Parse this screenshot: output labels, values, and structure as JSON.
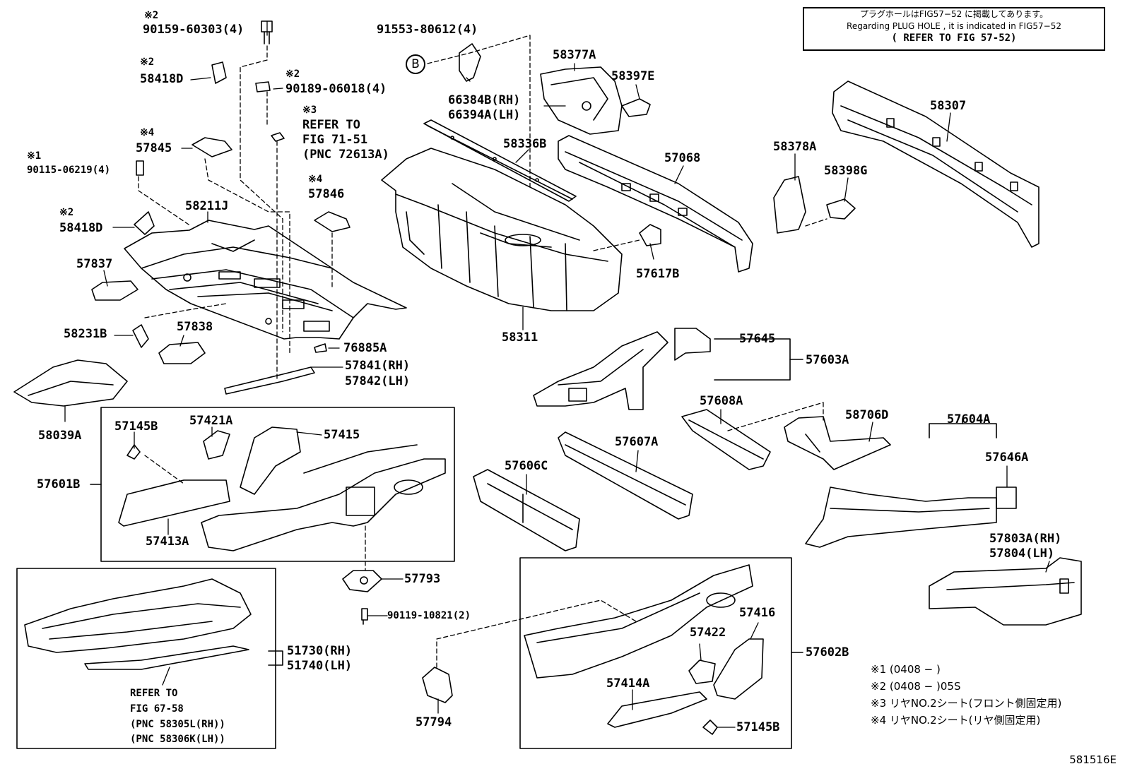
{
  "colors": {
    "line": "#000000",
    "background": "#ffffff"
  },
  "note": {
    "line1": "プラグホールはFIG57−52 に掲載してあります。",
    "line2": "Regarding  PLUG HOLE , it is indicated in FIG57−52",
    "line3": "( REFER TO FIG 57-52)"
  },
  "circle_b": "B",
  "labels": {
    "n1": "※2",
    "p90159": "90159-60303(4)",
    "n2": "※2",
    "p58418D_top": "58418D",
    "n3": "※2",
    "p90189": "90189-06018(4)",
    "n4": "※3",
    "refer_to_1": "REFER TO",
    "fig_71_51": "FIG 71-51",
    "pnc_72613A": "(PNC 72613A)",
    "n5": "※4",
    "p57845": "57845",
    "n6": "※1",
    "p90115": "90115-06219(4)",
    "n7": "※4",
    "p57846": "57846",
    "n8": "※2",
    "p58418D_mid": "58418D",
    "p58211J": "58211J",
    "p57837": "57837",
    "p58231B": "58231B",
    "p57838": "57838",
    "p76885A": "76885A",
    "p57841": "57841(RH)",
    "p57842": "57842(LH)",
    "p58039A": "58039A",
    "p91553": "91553-80612(4)",
    "p66384B": "66384B(RH)",
    "p66394A": "66394A(LH)",
    "p58336B": "58336B",
    "p58311": "58311",
    "p58377A": "58377A",
    "p58397E": "58397E",
    "p57068": "57068",
    "p57617B": "57617B",
    "p58378A": "58378A",
    "p58398G": "58398G",
    "p58307": "58307",
    "p57645": "57645",
    "p57603A": "57603A",
    "p57608A": "57608A",
    "p58706D": "58706D",
    "p57604A": "57604A",
    "p57646A": "57646A",
    "p57607A": "57607A",
    "p57606C": "57606C",
    "p57803A": "57803A(RH)",
    "p57804": "57804(LH)",
    "p57145B_top": "57145B",
    "p57421A": "57421A",
    "p57415": "57415",
    "p57601B": "57601B",
    "p57413A": "57413A",
    "p57793": "57793",
    "p90119": "90119-10821(2)",
    "p51730": "51730(RH)",
    "p51740": "51740(LH)",
    "refer_to_2": "REFER TO",
    "fig_67_58": "FIG 67-58",
    "pnc_58305L": "(PNC 58305L(RH))",
    "pnc_58306K": "(PNC 58306K(LH))",
    "p57794": "57794",
    "p57422": "57422",
    "p57416": "57416",
    "p57602B": "57602B",
    "p57414A": "57414A",
    "p57145B_bot": "57145B"
  },
  "legend": [
    "※1 (0408 −        )",
    "※2 (0408 −        )05S",
    "※3 リヤNO.2シート(フロント側固定用)",
    "※4 リヤNO.2シート(リヤ側固定用)"
  ],
  "illustration_code": "581516E"
}
